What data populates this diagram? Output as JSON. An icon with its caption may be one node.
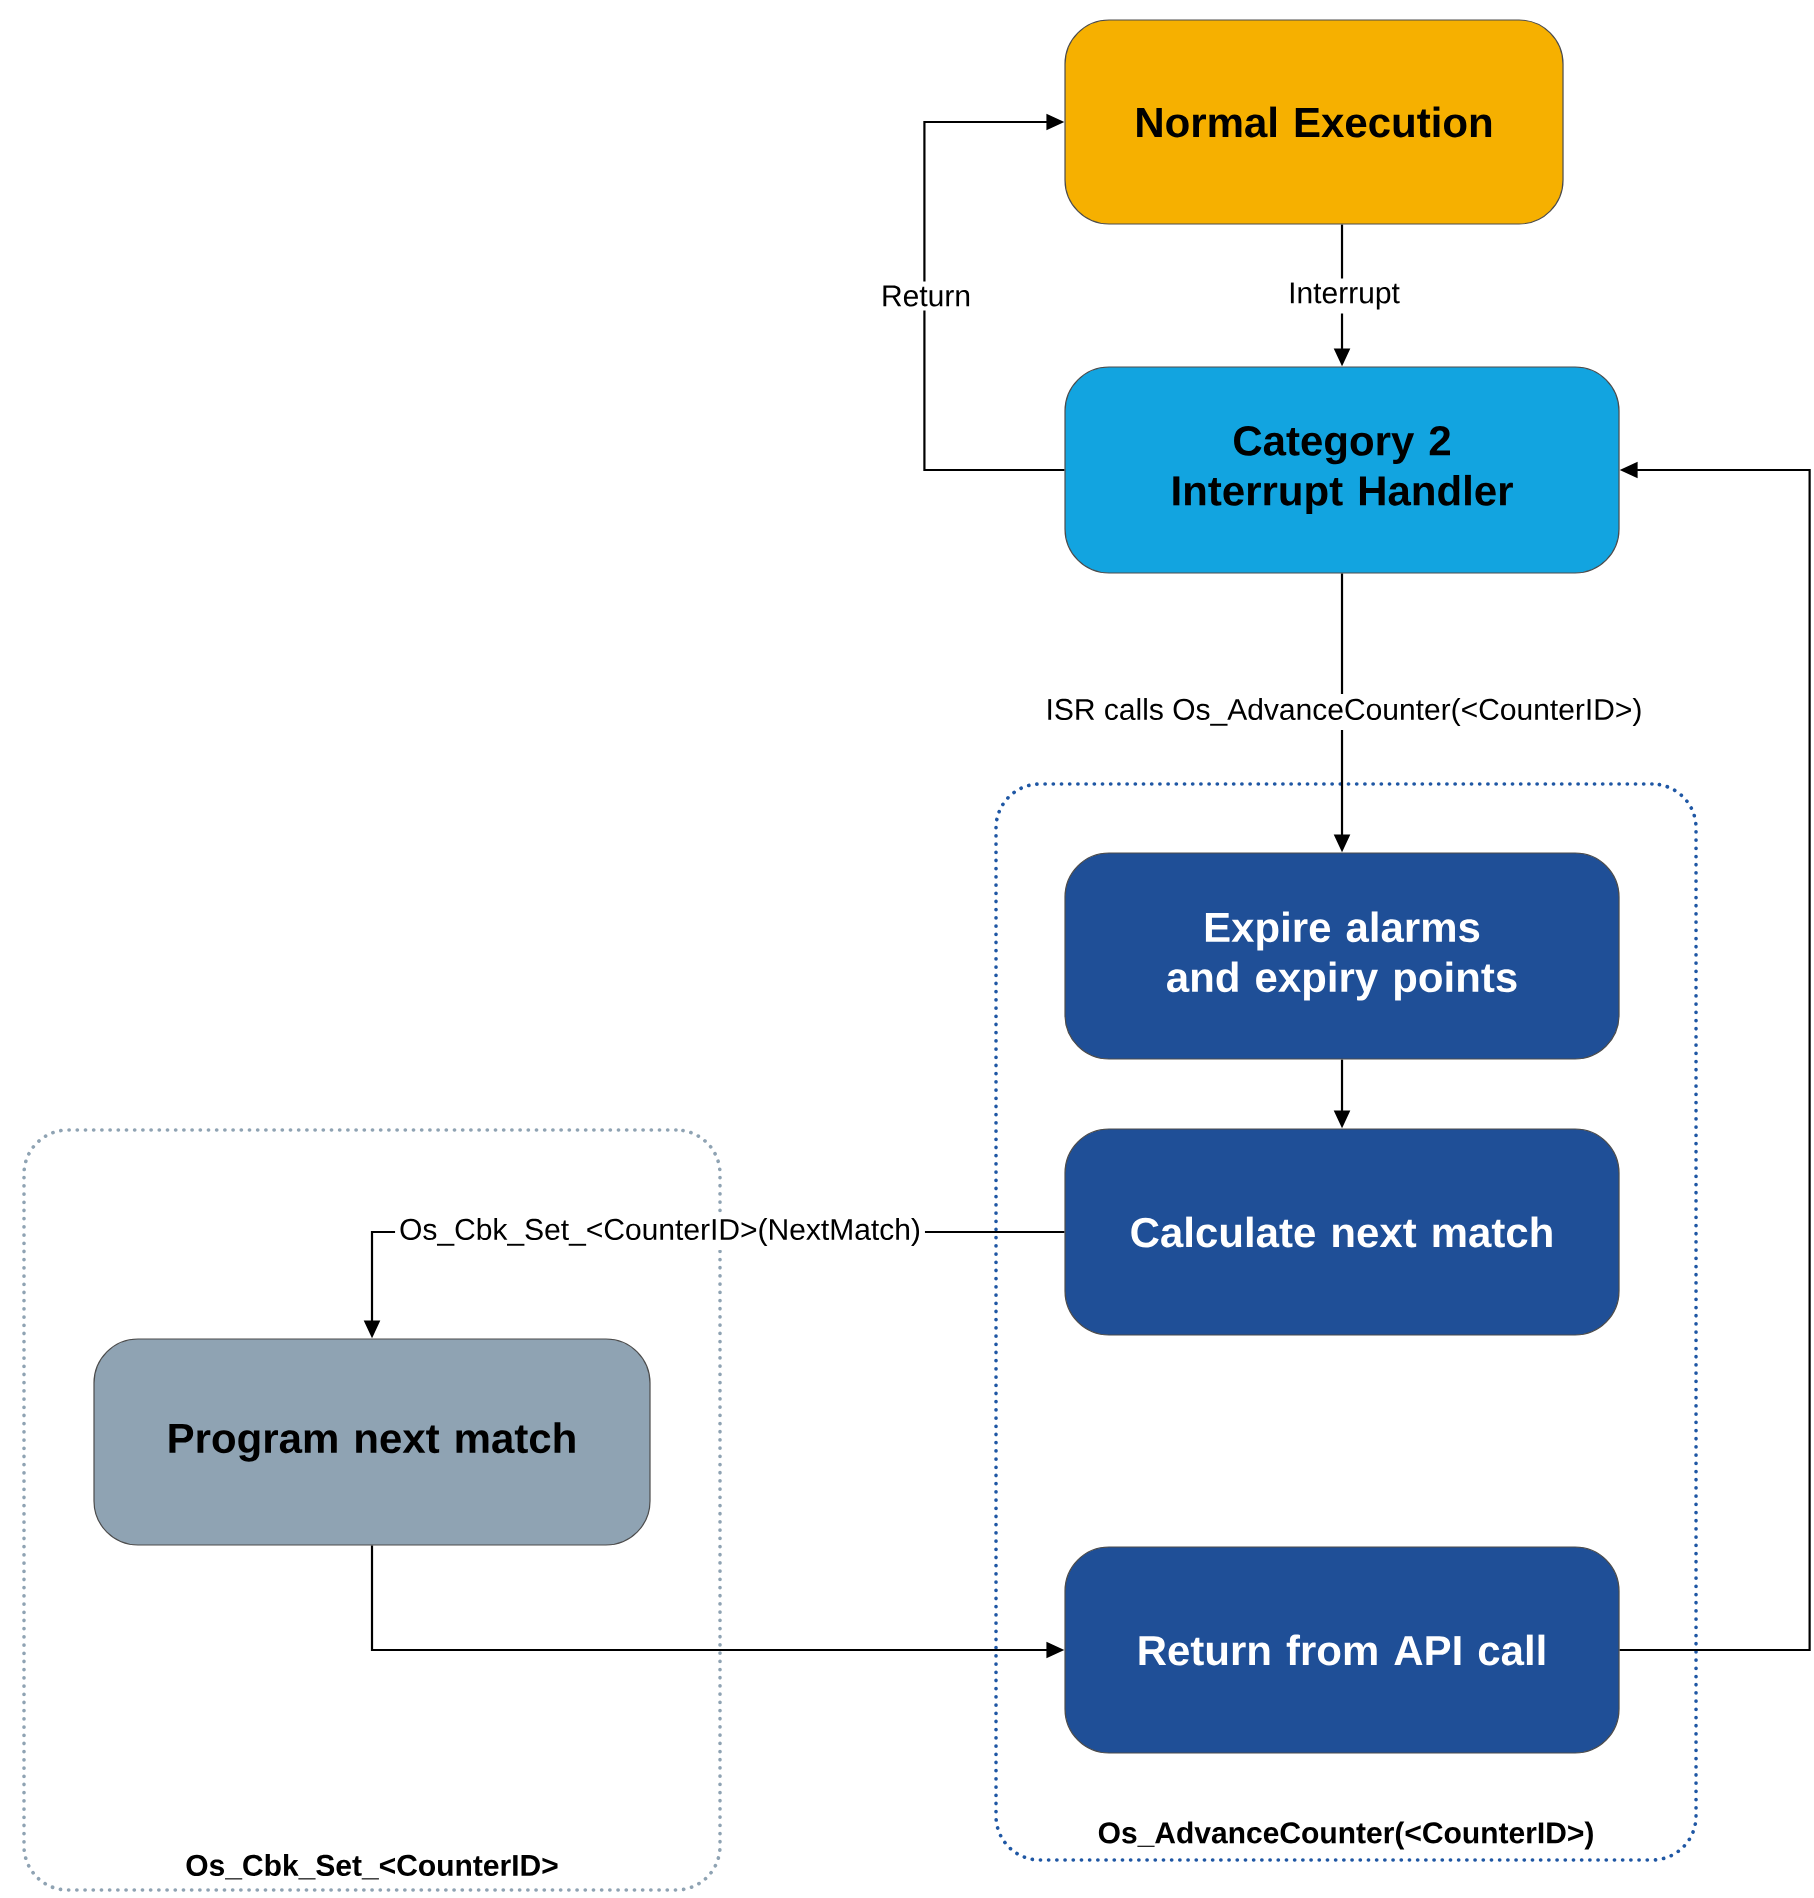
{
  "diagram": {
    "nodes": [
      {
        "text": [
          "Normal Execution"
        ]
      },
      {
        "text": [
          "Category 2 Interrupt Handler"
        ]
      },
      {
        "text": [
          "Os_AdvanceCounter(<CounterID>)"
        ]
      },
      {
        "text": [
          "Expire alarms and expiry points"
        ],
        "in": 2
      },
      {
        "text": [
          "Calculate next match"
        ],
        "in": 2
      },
      {
        "text": [
          "Return from API call"
        ],
        "in": 2
      },
      {
        "text": [
          "Os_Cbk_Set_<CounterID>"
        ]
      },
      {
        "text": [
          "Program next match"
        ],
        "in": 6
      }
    ],
    "edges": [
      {
        "from": 0,
        "to": 1,
        "arrow": "to",
        "label": "Interrupt"
      },
      {
        "from": 1,
        "to": 0,
        "arrow": "to",
        "label": "Return"
      },
      {
        "from": 1,
        "to": 3,
        "arrow": "to",
        "label": "ISR calls Os_AdvanceCounter(<CounterID>)"
      },
      {
        "from": 3,
        "to": 4,
        "arrow": "to"
      },
      {
        "from": 4,
        "to": 7,
        "arrow": "to",
        "label": "Os_Cbk_Set_<CounterID>(NextMatch)"
      },
      {
        "from": 7,
        "to": 5,
        "arrow": "to"
      },
      {
        "from": 5,
        "to": 1,
        "arrow": "to"
      }
    ]
  }
}
